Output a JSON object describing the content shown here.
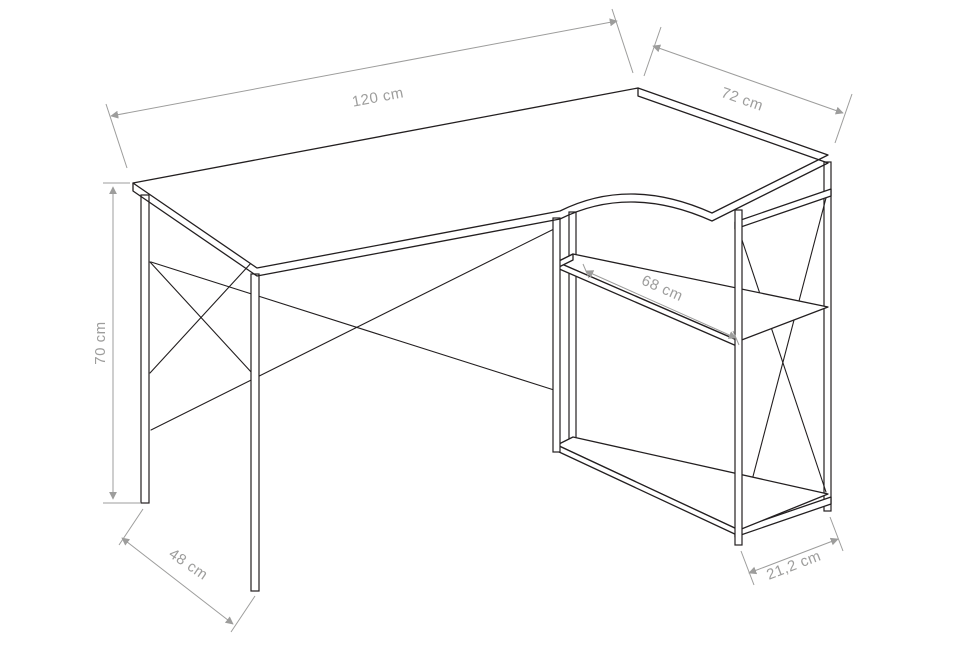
{
  "labels": {
    "top_width": "120 cm",
    "right_depth": "72 cm",
    "height": "70 cm",
    "left_depth": "48 cm",
    "shelf_length": "68 cm",
    "shelf_unit_depth": "21,2 cm"
  },
  "colors": {
    "background": "#ffffff",
    "outline": "#231f20",
    "dimension": "#9d9d9c"
  }
}
